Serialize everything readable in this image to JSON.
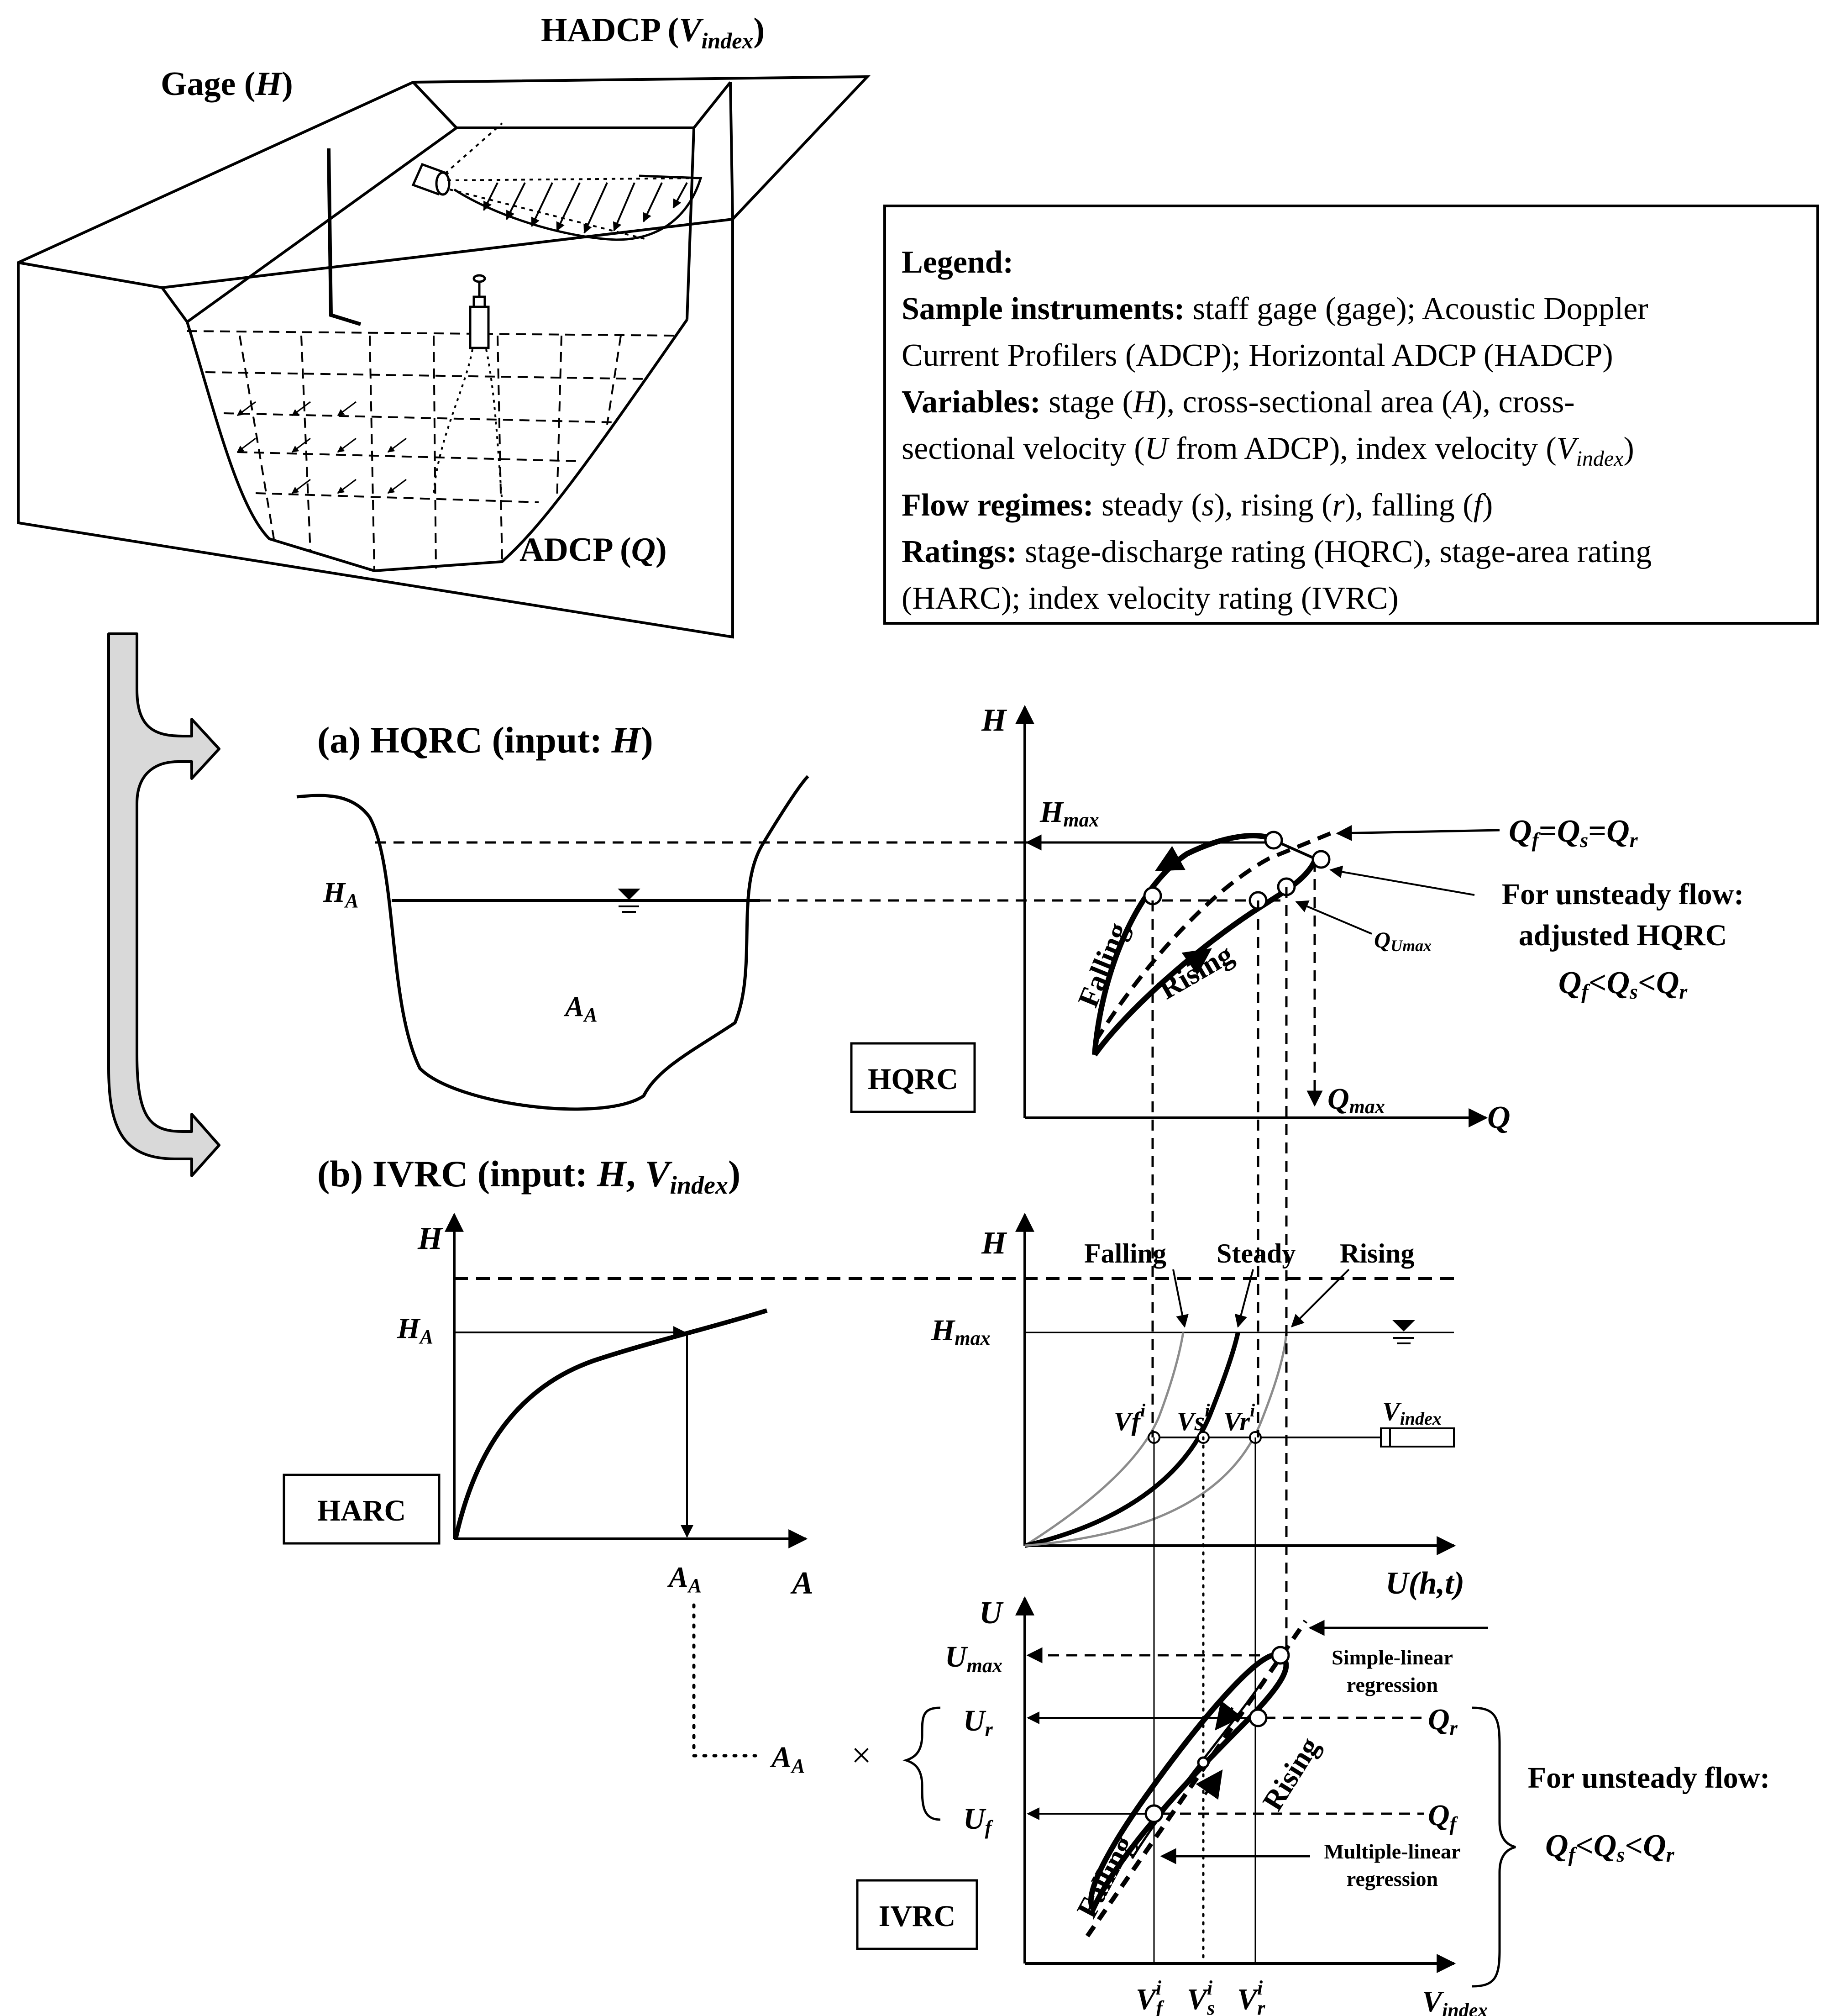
{
  "scene": {
    "gage_label": "Gage (",
    "gage_var": "H",
    "hadcp_label": "HADCP (",
    "hadcp_var": "V",
    "hadcp_sub": "index",
    "adcp_label": "ADCP (",
    "adcp_var": "Q",
    "close": ")"
  },
  "legend": {
    "title": "Legend:",
    "instruments_key": "Sample instruments:",
    "instruments_text1": " staff gage (gage); Acoustic Doppler",
    "instruments_text2": "Current Profilers (ADCP); Horizontal  ADCP (HADCP)",
    "variables_key": "Variables:",
    "variables_text1a": " stage (",
    "variables_text1b": "), cross-sectional area (",
    "variables_text1c": "), cross-",
    "variables_text2a": "sectional velocity (",
    "variables_text2b": " from ADCP), index velocity (",
    "variables_text2c": ")",
    "var_H": "H",
    "var_A": "A",
    "var_U": "U",
    "var_V": "V",
    "var_index": "index",
    "regimes_key": "Flow regimes:",
    "regimes_text_a": " steady (",
    "regimes_s": "s",
    "regimes_text_b": "), rising (",
    "regimes_r": "r",
    "regimes_text_c": "), falling (",
    "regimes_f": "f",
    "regimes_text_d": ")",
    "ratings_key": "Ratings:",
    "ratings_text1": " stage-discharge rating (HQRC), stage-area rating",
    "ratings_text2": "(HARC); index velocity rating (IVRC)"
  },
  "panel_a": {
    "title": "(a) HQRC (input: ",
    "title_var": "H",
    "title_close": ")",
    "HA": "H",
    "HA_sub": "A",
    "AA": "A",
    "AA_sub": "A",
    "box_label": "HQRC",
    "axis_H": "H",
    "axis_Q": "Q",
    "Hmax": "H",
    "max_sub": "max",
    "Qmax": "Q",
    "falling": "Falling",
    "rising": "Rising",
    "QUmax": "Q",
    "QUmax_sub": "Umax",
    "eq_line": "Q",
    "sub_f": "f",
    "sub_s": "s",
    "sub_r": "r",
    "eq_sign": "=",
    "lt_sign": "<",
    "unsteady1": "For unsteady flow:",
    "unsteady2": "adjusted HQRC"
  },
  "panel_b": {
    "title": "(b) IVRC (input: ",
    "title_vars": "H",
    "title_sep": ", ",
    "title_V": "V",
    "title_sub": "index",
    "title_close": ")",
    "harc_box": "HARC",
    "axis_H": "H",
    "axis_A": "A",
    "HA": "H",
    "HA_sub": "A",
    "AA": "A",
    "AA_sub": "A",
    "falling": "Falling",
    "steady": "Steady",
    "rising": "Rising",
    "Hmax": "H",
    "max_sub": "max",
    "Vf": "Vf",
    "Vs": "Vs",
    "Vr": "Vr",
    "sup_i": "i",
    "Vindex": "V",
    "index_sub": "index",
    "axis_Uht": "U(h,t)",
    "axis_U": "U",
    "Umax": "U",
    "Ur": "U",
    "Uf": "U",
    "sub_r": "r",
    "sub_f": "f",
    "sub_s": "s",
    "simple1": "Simple-linear",
    "simple2": "regression",
    "multi1": "Multiple-linear",
    "multi2": "regression",
    "Qr": "Q",
    "Qf": "Q",
    "rising_ivrc": "Rising",
    "falling_ivrc": "Falling",
    "ivrc_box": "IVRC",
    "times": "×",
    "AAx": "A",
    "AAx_sub": "A",
    "unsteady": "For unsteady flow:",
    "lt_sign": "<",
    "Vf_axis": "V",
    "Vs_axis": "V",
    "Vr_axis": "V"
  }
}
